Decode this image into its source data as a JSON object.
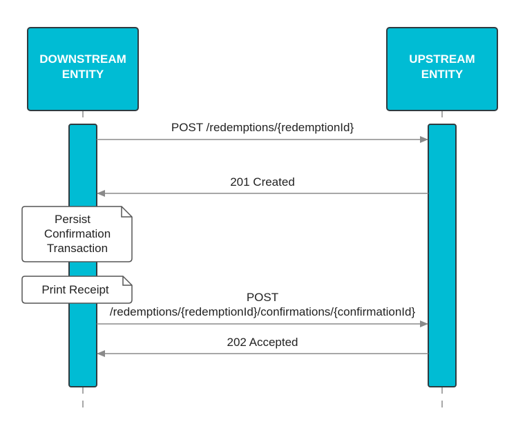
{
  "colors": {
    "participant_fill": "#00BCD4",
    "participant_stroke": "#2f3b40",
    "arrow": "#8a8a8a",
    "lifeline": "#8a8a8a",
    "note_stroke": "#555555"
  },
  "participants": {
    "downstream": {
      "line1": "DOWNSTREAM",
      "line2": "ENTITY"
    },
    "upstream": {
      "line1": "UPSTREAM",
      "line2": "ENTITY"
    }
  },
  "messages": [
    {
      "lines": [
        "POST /redemptions/{redemptionId}"
      ],
      "from": "downstream",
      "to": "upstream"
    },
    {
      "lines": [
        "201 Created"
      ],
      "from": "upstream",
      "to": "downstream"
    },
    {
      "lines": [
        "POST",
        "/redemptions/{redemptionId}/confirmations/{confirmationId}"
      ],
      "from": "downstream",
      "to": "upstream"
    },
    {
      "lines": [
        "202 Accepted"
      ],
      "from": "upstream",
      "to": "downstream"
    }
  ],
  "notes": [
    {
      "lines": [
        "Persist",
        "Confirmation",
        "Transaction"
      ]
    },
    {
      "lines": [
        "Print Receipt"
      ]
    }
  ]
}
